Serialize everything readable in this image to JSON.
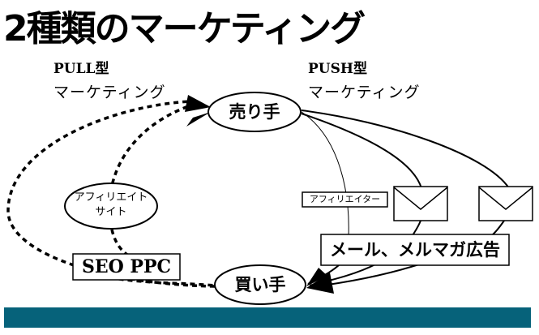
{
  "title": "2種類のマーケティング",
  "pull": {
    "type_label": "PULL型",
    "sub_label": "マーケティング"
  },
  "push": {
    "type_label": "PUSH型",
    "sub_label": "マーケティング"
  },
  "nodes": {
    "seller": "売り手",
    "buyer": "買い手",
    "affiliate_site": [
      "アフィリエイト",
      "サイト"
    ],
    "seo_ppc": "SEO PPC",
    "affiliator": "アフィリエイター",
    "mail_ads": "メール、メルマガ広告"
  },
  "icons": [
    "envelope-icon",
    "envelope-icon"
  ],
  "colors": {
    "band": "#06627a",
    "stroke": "#000000"
  }
}
